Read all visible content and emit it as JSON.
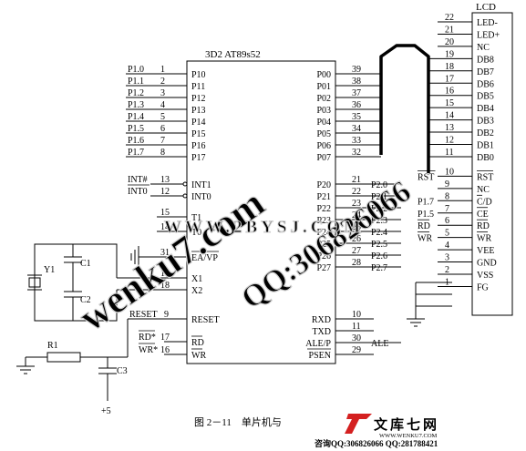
{
  "chip": {
    "title": "3D2  AT89s52",
    "left_pins": [
      {
        "name": "P10",
        "num": "1",
        "net": "P1.0"
      },
      {
        "name": "P11",
        "num": "2",
        "net": "P1.1"
      },
      {
        "name": "P12",
        "num": "3",
        "net": "P1.2"
      },
      {
        "name": "P13",
        "num": "4",
        "net": "P1.3"
      },
      {
        "name": "P14",
        "num": "5",
        "net": "P1.4"
      },
      {
        "name": "P15",
        "num": "6",
        "net": "P1.5"
      },
      {
        "name": "P16",
        "num": "7",
        "net": "P1.6"
      },
      {
        "name": "P17",
        "num": "8",
        "net": "P1.7"
      },
      {
        "name": "INT1",
        "num": "13",
        "net": "INT#"
      },
      {
        "name": "INT0",
        "num": "12",
        "net": "INT0"
      },
      {
        "name": "T1",
        "num": "15",
        "net": ""
      },
      {
        "name": "T0",
        "num": "14",
        "net": ""
      },
      {
        "name": "EA/VP",
        "num": "31",
        "net": ""
      },
      {
        "name": "X1",
        "num": "19",
        "net": ""
      },
      {
        "name": "X2",
        "num": "18",
        "net": ""
      },
      {
        "name": "RESET",
        "num": "9",
        "net": "RESET"
      },
      {
        "name": "RD",
        "num": "17",
        "net": "RD*"
      },
      {
        "name": "WR",
        "num": "16",
        "net": "WR*"
      }
    ],
    "right_pins": [
      {
        "name": "P00",
        "num": "39",
        "net": ""
      },
      {
        "name": "P01",
        "num": "38",
        "net": ""
      },
      {
        "name": "P02",
        "num": "37",
        "net": ""
      },
      {
        "name": "P03",
        "num": "36",
        "net": ""
      },
      {
        "name": "P04",
        "num": "35",
        "net": ""
      },
      {
        "name": "P05",
        "num": "34",
        "net": ""
      },
      {
        "name": "P06",
        "num": "33",
        "net": ""
      },
      {
        "name": "P07",
        "num": "32",
        "net": ""
      },
      {
        "name": "P20",
        "num": "21",
        "net": "P2.0"
      },
      {
        "name": "P21",
        "num": "22",
        "net": "P2.1"
      },
      {
        "name": "P22",
        "num": "23",
        "net": "P2.2"
      },
      {
        "name": "P23",
        "num": "24",
        "net": "P2.3"
      },
      {
        "name": "P24",
        "num": "25",
        "net": "P2.4"
      },
      {
        "name": "P25",
        "num": "26",
        "net": "P2.5"
      },
      {
        "name": "P26",
        "num": "27",
        "net": "P2.6"
      },
      {
        "name": "P27",
        "num": "28",
        "net": "P2.7"
      },
      {
        "name": "RXD",
        "num": "10",
        "net": ""
      },
      {
        "name": "TXD",
        "num": "11",
        "net": ""
      },
      {
        "name": "ALE/P",
        "num": "30",
        "net": "ALE"
      },
      {
        "name": "PSEN",
        "num": "29",
        "net": ""
      }
    ]
  },
  "lcd": {
    "title": "LCD",
    "pins": [
      {
        "name": "LED-",
        "num": "22",
        "net": ""
      },
      {
        "name": "LED+",
        "num": "21",
        "net": ""
      },
      {
        "name": "NC",
        "num": "20",
        "net": ""
      },
      {
        "name": "DB8",
        "num": "19",
        "net": ""
      },
      {
        "name": "DB7",
        "num": "18",
        "net": ""
      },
      {
        "name": "DB6",
        "num": "17",
        "net": ""
      },
      {
        "name": "DB5",
        "num": "16",
        "net": ""
      },
      {
        "name": "DB4",
        "num": "15",
        "net": ""
      },
      {
        "name": "DB3",
        "num": "14",
        "net": ""
      },
      {
        "name": "DB2",
        "num": "13",
        "net": ""
      },
      {
        "name": "DB1",
        "num": "12",
        "net": ""
      },
      {
        "name": "DB0",
        "num": "11",
        "net": ""
      },
      {
        "name": "RST",
        "num": "10",
        "net": "RST"
      },
      {
        "name": "NC",
        "num": "9",
        "net": ""
      },
      {
        "name": "C/D",
        "num": "8",
        "net": "P1.7"
      },
      {
        "name": "CE",
        "num": "7",
        "net": "P1.5"
      },
      {
        "name": "RD",
        "num": "6",
        "net": "RD"
      },
      {
        "name": "WR",
        "num": "5",
        "net": "WR"
      },
      {
        "name": "VEE",
        "num": "4",
        "net": ""
      },
      {
        "name": "GND",
        "num": "3",
        "net": ""
      },
      {
        "name": "VSS",
        "num": "2",
        "net": ""
      },
      {
        "name": "FG",
        "num": "1",
        "net": ""
      }
    ]
  },
  "components": {
    "crystal": "Y1",
    "cap1": "C1",
    "cap2": "C2",
    "resistor": "R1",
    "cap3": "C3",
    "supply": "+5"
  },
  "caption": "图 2－11　单片机与",
  "watermarks": {
    "diagonal_1": "wenku7.com",
    "diagonal_2": "QQ:306826066",
    "banner": "WWW.2BYSJ.COM",
    "logo_text": "文库七网",
    "logo_url": "WWW.WENKU7.COM",
    "contact": "咨询QQ:306826066 QQ:281788421"
  },
  "colors": {
    "line": "#000000",
    "watermark_fill": "#f2f2f2",
    "watermark_stroke": "#d2d2d2",
    "logo_red": "#d42020"
  }
}
